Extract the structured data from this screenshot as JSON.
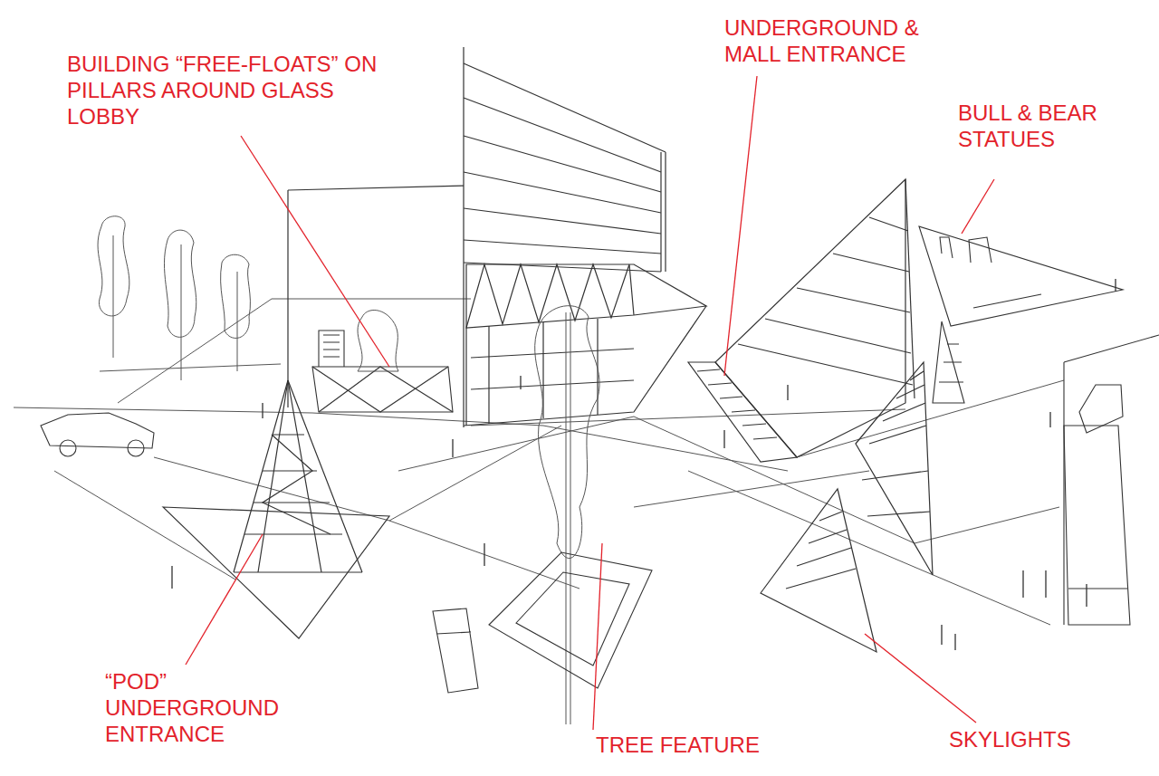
{
  "diagram": {
    "labels": [
      "BUILDING “FREE-FLOATS” ON PILLARS AROUND GLASS LOBBY",
      "UNDERGROUND & MALL ENTRANCE",
      "BULL & BEAR STATUES",
      "“POD” UNDERGROUND ENTRANCE",
      "TREE FEATURE",
      "SKYLIGHTS"
    ]
  }
}
